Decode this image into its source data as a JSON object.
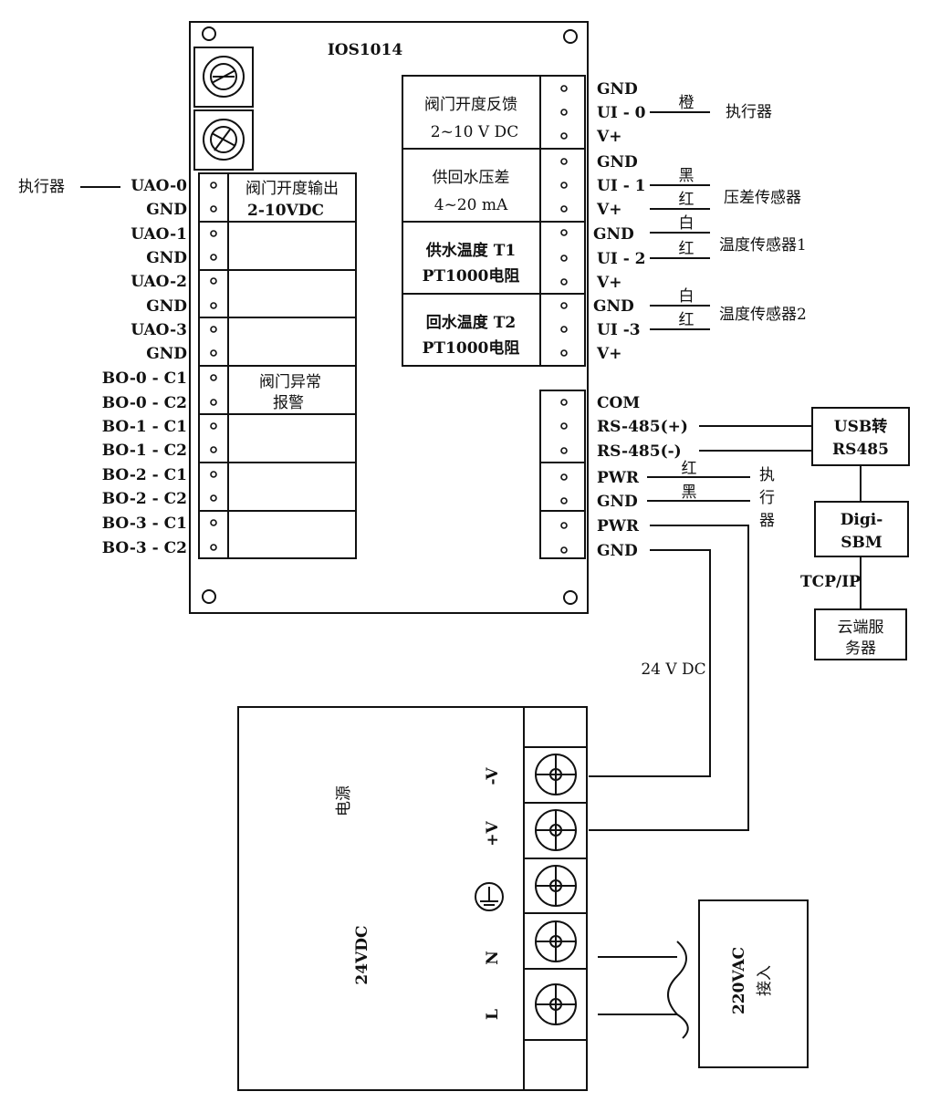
{
  "board": {
    "model": "IOS1014",
    "outputs": {
      "pins": [
        "UAO-0",
        "GND",
        "UAO-1",
        "GND",
        "UAO-2",
        "GND",
        "UAO-3",
        "GND",
        "BO-0 - C1",
        "BO-0 - C2",
        "BO-1 - C1",
        "BO-1 - C2",
        "BO-2 - C1",
        "BO-2 - C2",
        "BO-3 - C1",
        "BO-3 - C2"
      ],
      "ao0_desc_line1": "阀门开度输出",
      "ao0_desc_line2": "2-10VDC",
      "bo0_desc_line1": "阀门异常",
      "bo0_desc_line2": "报警",
      "left_device": "执行器"
    },
    "inputs": {
      "groups": [
        {
          "line1": "阀门开度反馈",
          "line2": "2~10 V DC",
          "pins": [
            "GND",
            "UI - 0",
            "V+"
          ]
        },
        {
          "line1": "供回水压差",
          "line2": "4~20 mA",
          "pins": [
            "GND",
            "UI - 1",
            "V+"
          ]
        },
        {
          "line1": "供水温度 T1",
          "line2": "PT1000电阻",
          "pins": [
            "GND",
            "UI - 2",
            "V+"
          ]
        },
        {
          "line1": "回水温度 T2",
          "line2": "PT1000电阻",
          "pins": [
            "GND",
            "UI -3",
            "V+"
          ]
        }
      ],
      "wire_colors": {
        "ui0": "橙",
        "ui1_top": "黑",
        "ui1_bottom": "红",
        "ui2_top": "白",
        "ui2_bottom": "红",
        "ui3_top": "白",
        "ui3_bottom": "红"
      },
      "devices": {
        "actuator": "执行器",
        "pressure": "压差传感器",
        "temp1": "温度传感器1",
        "temp2": "温度传感器2"
      }
    },
    "comm": {
      "pins": [
        "COM",
        "RS-485(+)",
        "RS-485(-)",
        "PWR",
        "GND",
        "PWR",
        "GND"
      ],
      "pwr_red": "红",
      "gnd_black": "黑",
      "actuator_vertical": "执行器"
    }
  },
  "network": {
    "usb_line1": "USB转",
    "usb_line2": "RS485",
    "digi_line1": "Digi-",
    "digi_line2": "SBM",
    "link": "TCP/IP",
    "cloud_line1": "云端服",
    "cloud_line2": "务器"
  },
  "supply": {
    "voltage_label": "24 V DC",
    "psu_name": "电源",
    "psu_rating": "24VDC",
    "terminals": [
      "-V",
      "+V",
      "N",
      "L"
    ],
    "ground_icon": "ground-icon",
    "ac_line1": "220VAC",
    "ac_line2": "接入"
  }
}
